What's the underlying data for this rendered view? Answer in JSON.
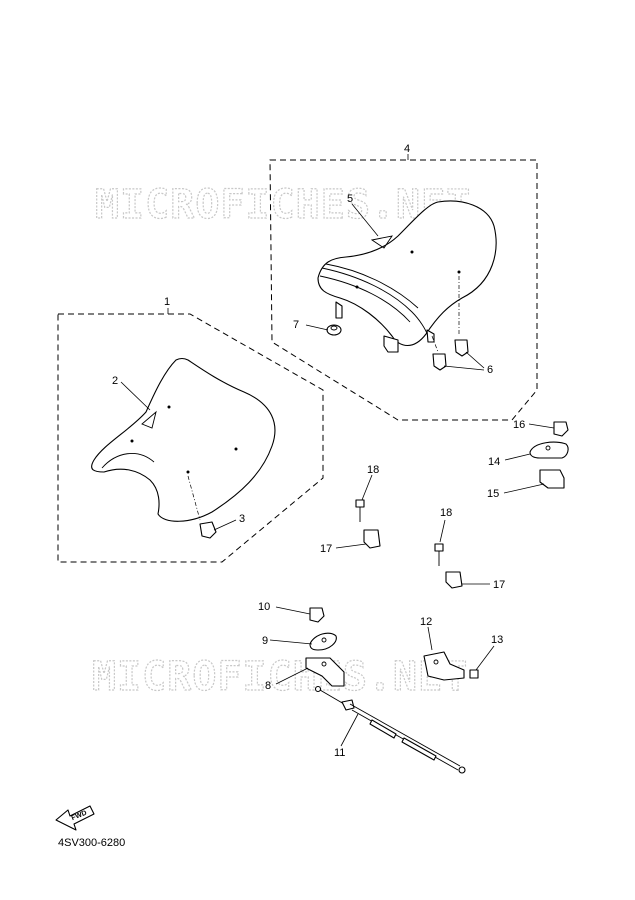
{
  "watermark": {
    "top": "MICROFICHES.NET",
    "bottom": "MICROFICHES.NET"
  },
  "fwd_label": "FWD",
  "diagram_code": "4SV300-6280",
  "callouts": {
    "c1": "1",
    "c2": "2",
    "c3": "3",
    "c4": "4",
    "c5": "5",
    "c6": "6",
    "c7": "7",
    "c8": "8",
    "c9": "9",
    "c10": "10",
    "c11": "11",
    "c12": "12",
    "c13": "13",
    "c14": "14",
    "c15": "15",
    "c16": "16",
    "c17a": "17",
    "c17b": "17",
    "c18a": "18",
    "c18b": "18"
  }
}
